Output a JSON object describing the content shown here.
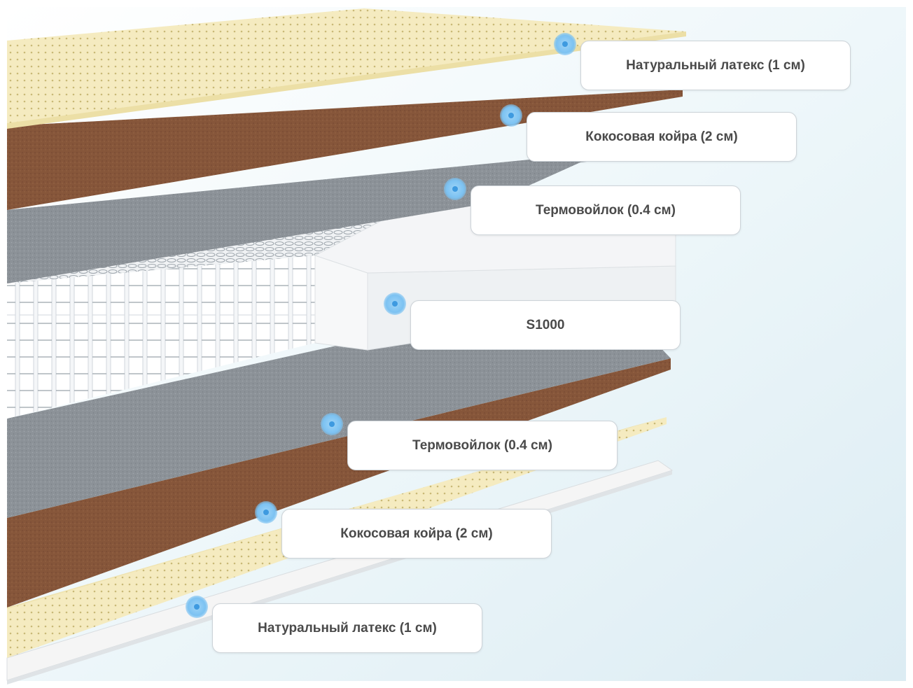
{
  "layers": [
    {
      "id": "latex-top",
      "label": "Натуральный латекс (1 см)"
    },
    {
      "id": "coir-top",
      "label": "Кокосовая койра (2 см)"
    },
    {
      "id": "felt-top",
      "label": "Термовойлок (0.4 см)"
    },
    {
      "id": "springs",
      "label": "S1000"
    },
    {
      "id": "felt-bottom",
      "label": "Термовойлок (0.4 см)"
    },
    {
      "id": "coir-bottom",
      "label": "Кокосовая койра (2 см)"
    },
    {
      "id": "latex-bottom",
      "label": "Натуральный латекс (1 см)"
    }
  ],
  "colors": {
    "background": "#e8f3f7",
    "latex": "#f5ebc0",
    "coir": "#86563a",
    "felt": "#8c9298",
    "springs": "#f2f4f6",
    "cover": "#f3f3f3",
    "marker": "#3e9ae0"
  }
}
